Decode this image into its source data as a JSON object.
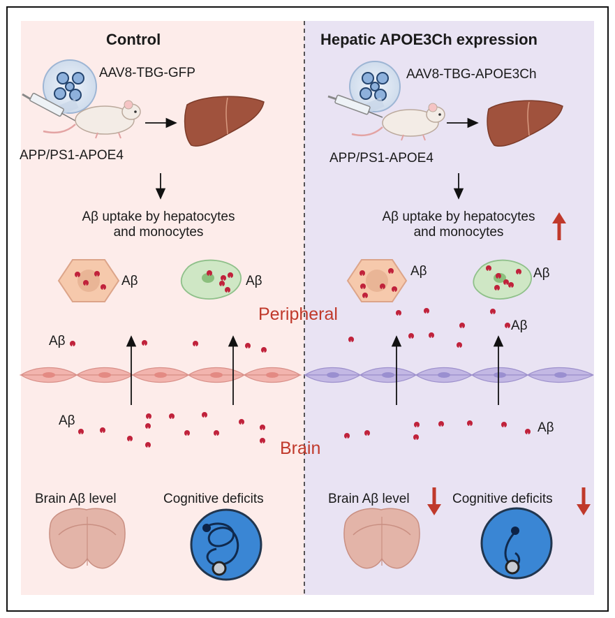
{
  "control": {
    "title": "Control",
    "vector": "AAV8-TBG-GFP",
    "mouse_model": "APP/PS1-APOE4",
    "uptake_line1": "Aβ uptake by hepatocytes",
    "uptake_line2": "and monocytes",
    "brain_level": "Brain Aβ level",
    "cognitive": "Cognitive deficits"
  },
  "hepatic": {
    "title": "Hepatic APOE3Ch expression",
    "vector": "AAV8-TBG-APOE3Ch",
    "mouse_model": "APP/PS1-APOE4",
    "uptake_line1": "Aβ uptake by hepatocytes",
    "uptake_line2": "and monocytes",
    "brain_level": "Brain Aβ level",
    "cognitive": "Cognitive deficits",
    "uptake_change": "up",
    "brain_level_change": "down",
    "cognitive_change": "down"
  },
  "regions": {
    "peripheral": "Peripheral",
    "brain": "Brain"
  },
  "abeta": "Aβ",
  "colors": {
    "control_bg": "#fdecea",
    "hepatic_bg": "#e9e3f3",
    "abeta_dot": "#c0223b",
    "region_label": "#c0392b",
    "arrow_change": "#c0392b",
    "liver": "#a0523d",
    "hepatocyte": "#f6c9ac",
    "monocyte": "#cfe7c5",
    "endothelium_control": "#f2b4ae",
    "endothelium_hepatic": "#c3b8e4",
    "maze_bg": "#3a86d4"
  }
}
